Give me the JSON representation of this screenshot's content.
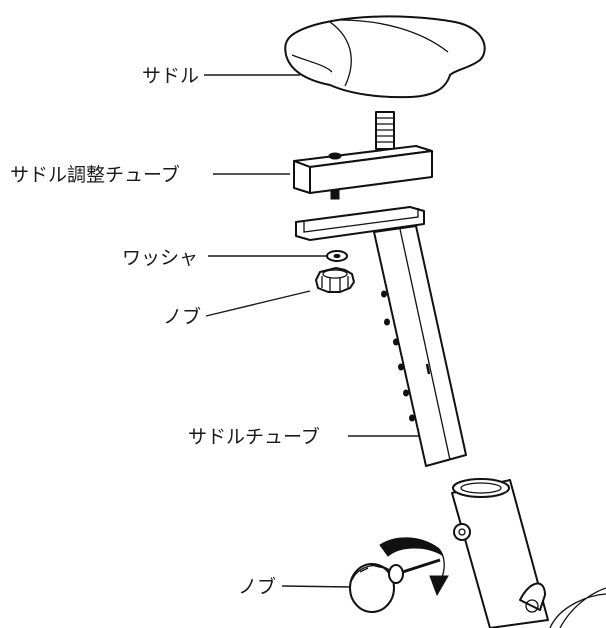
{
  "labels": {
    "saddle": "サドル",
    "saddle_adjust_tube": "サドル調整チューブ",
    "washer": "ワッシャ",
    "knob_upper": "ノブ",
    "saddle_tube": "サドルチューブ",
    "knob_lower": "ノブ"
  }
}
